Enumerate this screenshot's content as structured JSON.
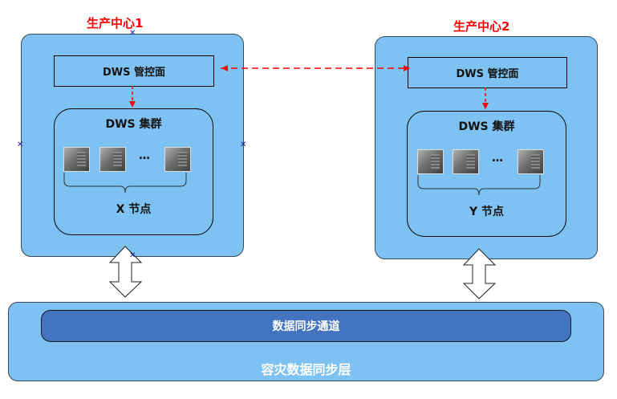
{
  "diagram": {
    "centers": [
      {
        "title": "生产中心1",
        "management": "DWS 管控面",
        "cluster_title": "DWS  集群",
        "ellipsis": "…",
        "nodes_label": "X 节点"
      },
      {
        "title": "生产中心2",
        "management": "DWS 管控面",
        "cluster_title": "DWS  集群",
        "ellipsis": "…",
        "nodes_label": "Y 节点"
      }
    ],
    "sync_layer": {
      "channel_label": "数据同步通道",
      "layer_label": "容灾数据同步层"
    },
    "colors": {
      "center_fill": "#7dc2f2",
      "channel_fill": "#4274c0",
      "title_red": "#ff0000",
      "dashed_connector": "#ff0000"
    },
    "handle_glyph": "✕"
  }
}
